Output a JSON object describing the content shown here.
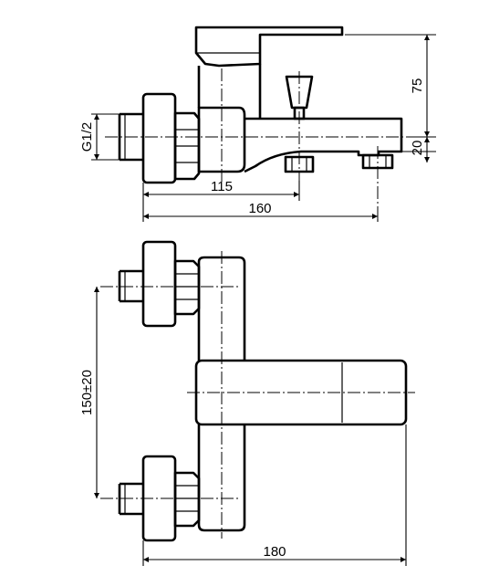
{
  "dimensions": {
    "thread": "G1/2",
    "height_75": "75",
    "height_20": "20",
    "length_115": "115",
    "length_160": "160",
    "spacing": "150±20",
    "length_180": "180"
  }
}
